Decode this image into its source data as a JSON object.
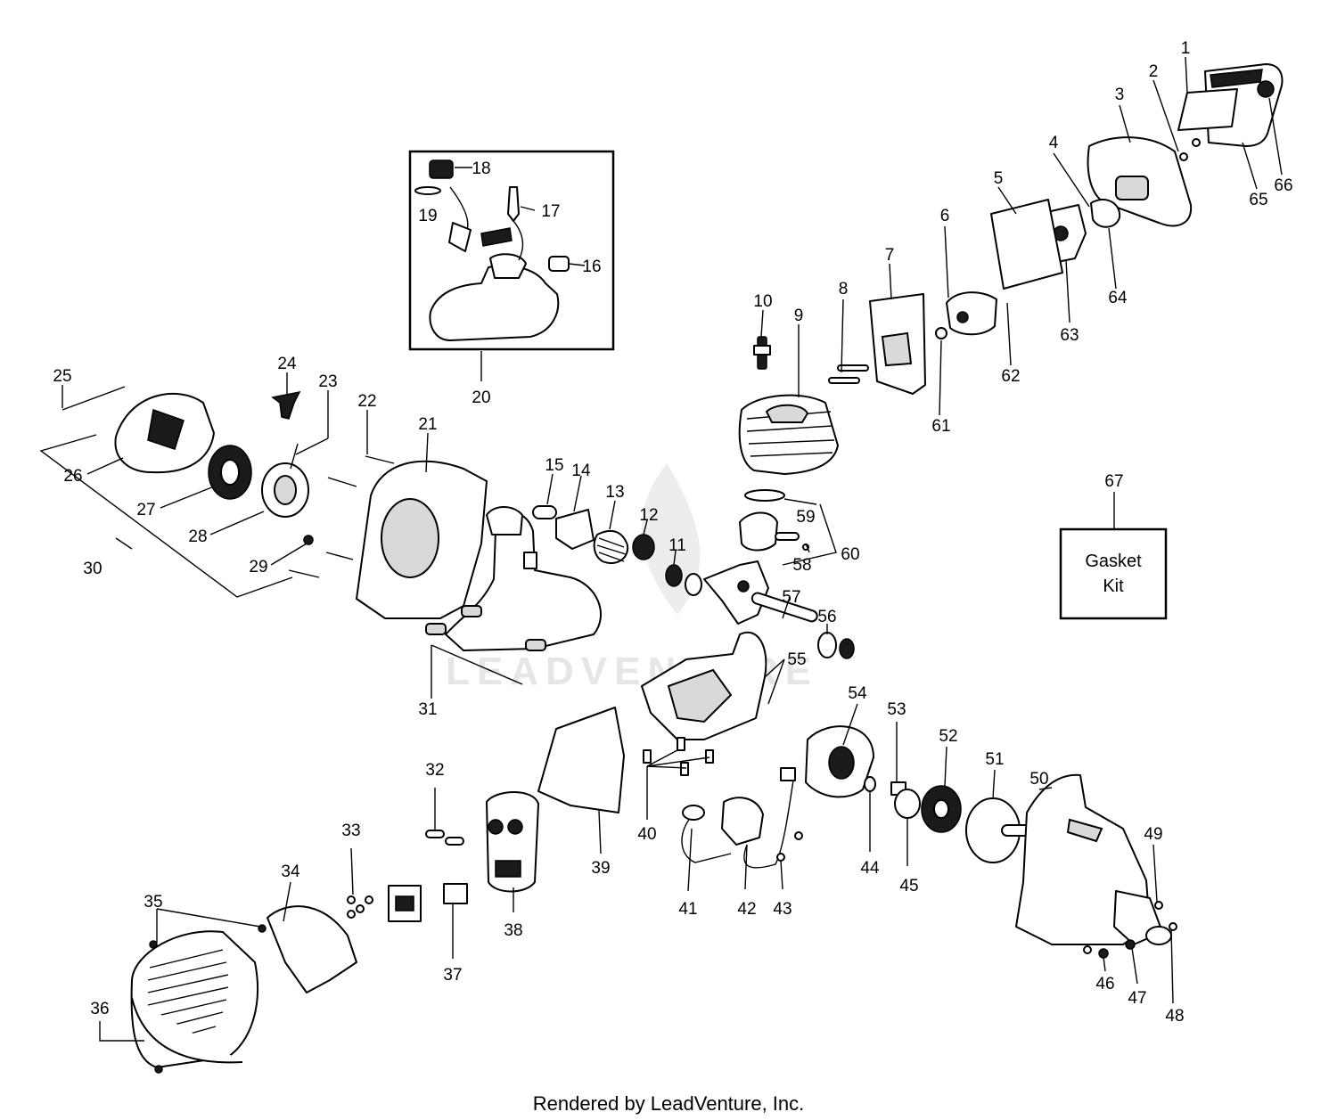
{
  "callouts": [
    "1",
    "2",
    "3",
    "4",
    "5",
    "6",
    "7",
    "8",
    "9",
    "10",
    "11",
    "12",
    "13",
    "14",
    "15",
    "16",
    "17",
    "18",
    "19",
    "20",
    "21",
    "22",
    "23",
    "24",
    "25",
    "26",
    "27",
    "28",
    "29",
    "30",
    "31",
    "32",
    "33",
    "34",
    "35",
    "36",
    "37",
    "38",
    "39",
    "40",
    "41",
    "42",
    "43",
    "44",
    "45",
    "46",
    "47",
    "48",
    "49",
    "50",
    "51",
    "52",
    "53",
    "54",
    "55",
    "56",
    "57",
    "58",
    "59",
    "60",
    "61",
    "62",
    "63",
    "64",
    "65",
    "66",
    "67"
  ],
  "gasket_kit": {
    "line1": "Gasket",
    "line2": "Kit"
  },
  "watermark": "LEADVENTURE",
  "footer": "Rendered by LeadVenture, Inc."
}
